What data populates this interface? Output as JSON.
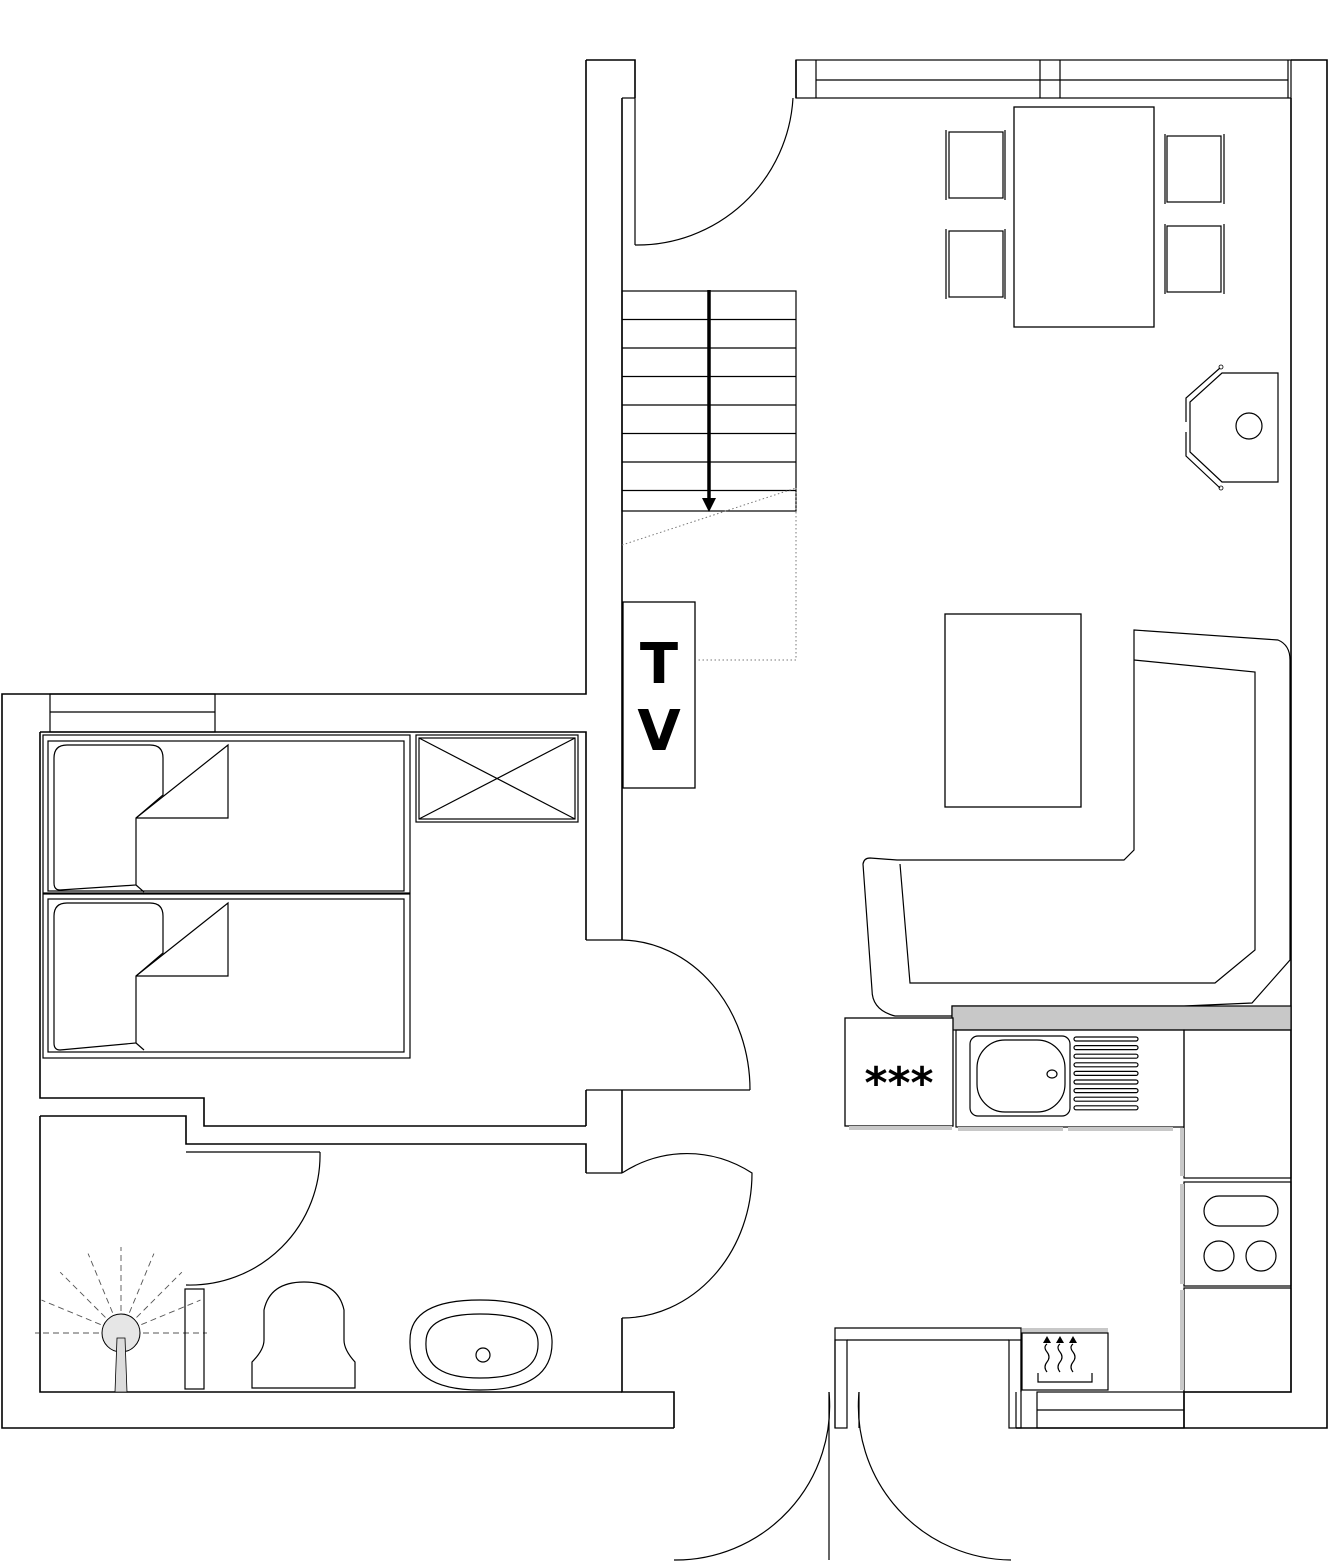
{
  "plan": {
    "tv_label_line1": "T",
    "tv_label_line2": "V",
    "appliance_label": "***",
    "stairs_step_count": 8,
    "colors": {
      "line": "#000000",
      "background": "#ffffff",
      "countertop": "#c8c8c8",
      "shower_fixture": "#dcdcdc"
    }
  }
}
